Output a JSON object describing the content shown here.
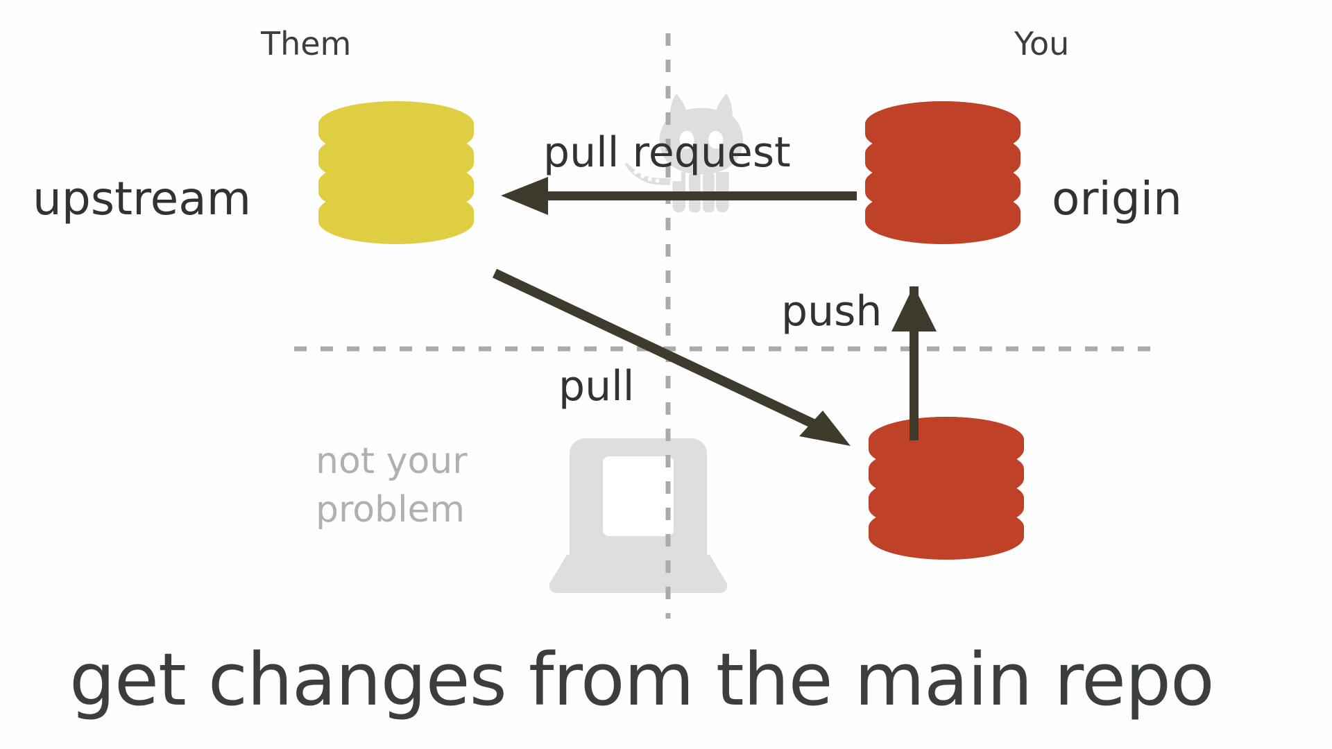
{
  "diagram": {
    "title_caption": "get changes from the main repo",
    "background_color": "#fefefe",
    "quadrant_headers": [
      {
        "label": "Them",
        "side": "left"
      },
      {
        "label": "You",
        "side": "right"
      }
    ],
    "divider_color": "#aaaaaa",
    "nodes": [
      {
        "id": "upstream",
        "label": "upstream",
        "kind": "database-cylinder",
        "color": "#e0ce42",
        "quadrant": "them-remote"
      },
      {
        "id": "origin",
        "label": "origin",
        "kind": "database-cylinder",
        "color": "#bf4228",
        "quadrant": "you-remote"
      },
      {
        "id": "local",
        "label": "",
        "kind": "database-cylinder",
        "color": "#bf4228",
        "quadrant": "you-local"
      },
      {
        "id": "their-laptop",
        "label": "not your problem",
        "kind": "laptop",
        "color": "#dedede",
        "quadrant": "them-local"
      }
    ],
    "edges": [
      {
        "id": "pull-request",
        "label": "pull request",
        "from": "origin",
        "to": "upstream",
        "direction": "left",
        "color": "#3e3a2c"
      },
      {
        "id": "pull",
        "label": "pull",
        "from": "upstream",
        "to": "local",
        "direction": "diagonal-down-right",
        "color": "#3e3a2c"
      },
      {
        "id": "push",
        "label": "push",
        "from": "local",
        "to": "origin",
        "direction": "up",
        "color": "#3e3a2c"
      }
    ],
    "watermarks": [
      {
        "id": "octocat",
        "name": "github-octocat",
        "color": "#dedede"
      }
    ],
    "notes": {
      "not_your_problem_line1": "not your",
      "not_your_problem_line2": "problem"
    }
  }
}
